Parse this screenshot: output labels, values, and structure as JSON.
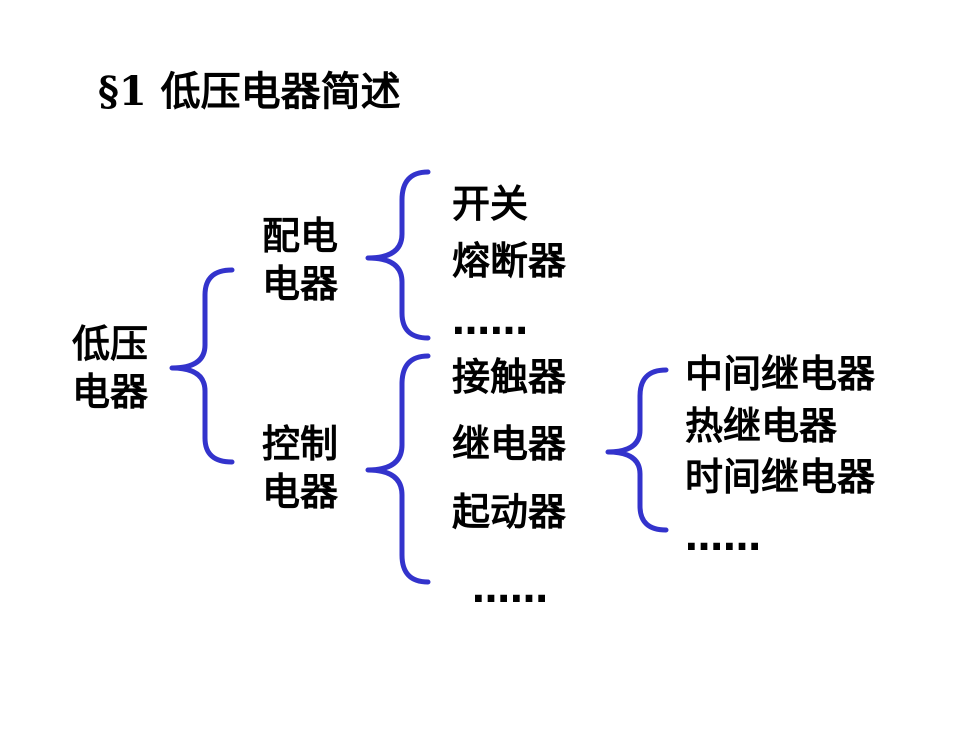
{
  "title": "§1  低压电器简述",
  "root": {
    "line1": "低压",
    "line2": "电器"
  },
  "distribution": {
    "line1": "配电",
    "line2": "电器"
  },
  "control": {
    "line1": "控制",
    "line2": "电器"
  },
  "distribution_items": [
    "开关",
    "熔断器",
    "……"
  ],
  "control_items": [
    "接触器",
    "继电器",
    "起动器",
    "……"
  ],
  "relay_items": [
    "中间继电器",
    "热继电器",
    "时间继电器",
    "……"
  ],
  "colors": {
    "bracket": "#3333cc",
    "text": "#000000",
    "background": "#ffffff"
  }
}
